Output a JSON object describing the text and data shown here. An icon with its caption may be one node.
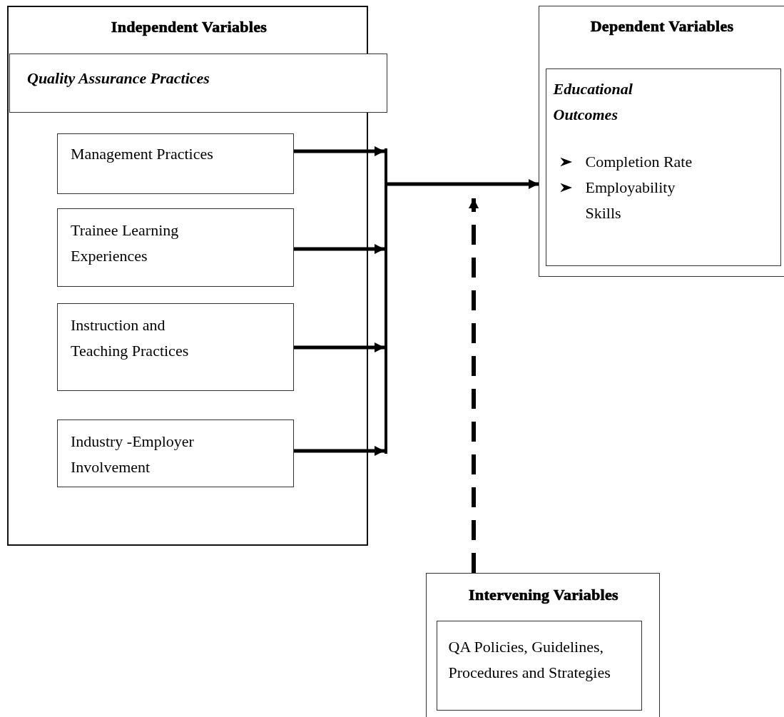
{
  "diagram": {
    "nodes": [
      {
        "text": [
          "Independent Variables"
        ]
      },
      {
        "text": [
          "Quality Assurance Practices"
        ],
        "in": 0
      },
      {
        "text": [
          "Management Practices"
        ],
        "in": 0
      },
      {
        "text": [
          "Trainee Learning Experiences"
        ],
        "in": 0
      },
      {
        "text": [
          "Instruction and Teaching Practices"
        ],
        "in": 0
      },
      {
        "text": [
          "Industry -Employer Involvement"
        ],
        "in": 0
      },
      {
        "text": [],
        "shape": "bar"
      },
      {
        "text": [
          "Dependent Variables"
        ]
      },
      {
        "text": [
          "Educational Outcomes",
          "Completion Rate",
          "Employability Skills"
        ],
        "in": 7
      },
      {
        "text": [
          "Intervening Variables"
        ]
      },
      {
        "text": [
          "QA Policies, Guidelines, Procedures and Strategies"
        ],
        "in": 9
      }
    ],
    "edges": [
      {
        "from": 2,
        "to": 6,
        "arrow": "to"
      },
      {
        "from": 3,
        "to": 6,
        "arrow": "to"
      },
      {
        "from": 4,
        "to": 6,
        "arrow": "to"
      },
      {
        "from": 5,
        "to": 6,
        "arrow": "to"
      },
      {
        "from": 6,
        "to": 7,
        "arrow": "to"
      },
      {
        "from": 9,
        "to": null,
        "arrow": "to",
        "style": "dashed"
      }
    ]
  }
}
